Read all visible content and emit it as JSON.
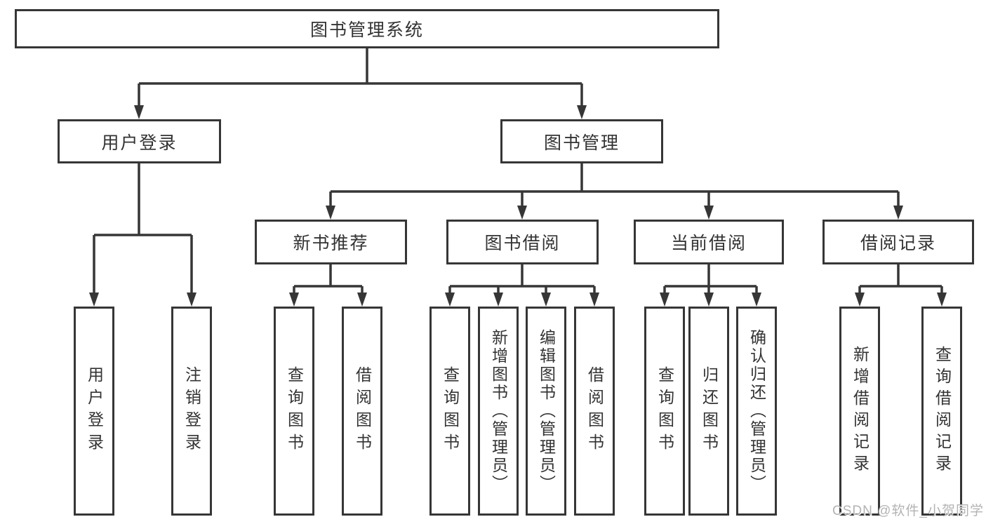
{
  "tree": {
    "label": "图书管理系统",
    "children": [
      {
        "label": "用户登录",
        "children": [
          {
            "label": "用户登录"
          },
          {
            "label": "注销登录"
          }
        ]
      },
      {
        "label": "图书管理",
        "children": [
          {
            "label": "新书推荐",
            "children": [
              {
                "label": "查询图书"
              },
              {
                "label": "借阅图书"
              }
            ]
          },
          {
            "label": "图书借阅",
            "children": [
              {
                "label": "查询图书"
              },
              {
                "label": "新增图书（管理员）"
              },
              {
                "label": "编辑图书（管理员）"
              },
              {
                "label": "借阅图书"
              }
            ]
          },
          {
            "label": "当前借阅",
            "children": [
              {
                "label": "查询图书"
              },
              {
                "label": "归还图书"
              },
              {
                "label": "确认归还（管理员）"
              }
            ]
          },
          {
            "label": "借阅记录",
            "children": [
              {
                "label": "新增借阅记录"
              },
              {
                "label": "查询借阅记录"
              }
            ]
          }
        ]
      }
    ]
  },
  "watermark": {
    "text": "CSDN @软件_小贺同学"
  },
  "colors": {
    "line": "#363636",
    "box_border": "#363636",
    "text": "#333333",
    "watermark": "#b3b3b3",
    "background": "#ffffff"
  }
}
